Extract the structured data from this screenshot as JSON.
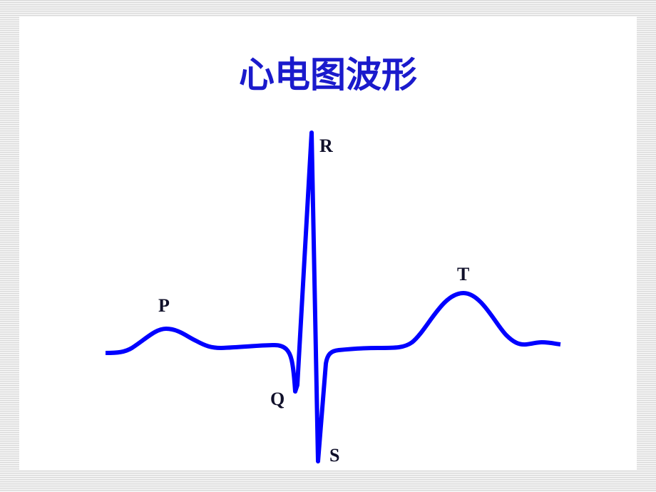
{
  "slide": {
    "title": "心电图波形"
  },
  "ecg": {
    "stroke_color": "#0000ff",
    "label_color": "#10102a",
    "title_color": "#1a1acc",
    "labels": {
      "p": "P",
      "q": "Q",
      "r": "R",
      "s": "S",
      "t": "T"
    }
  }
}
